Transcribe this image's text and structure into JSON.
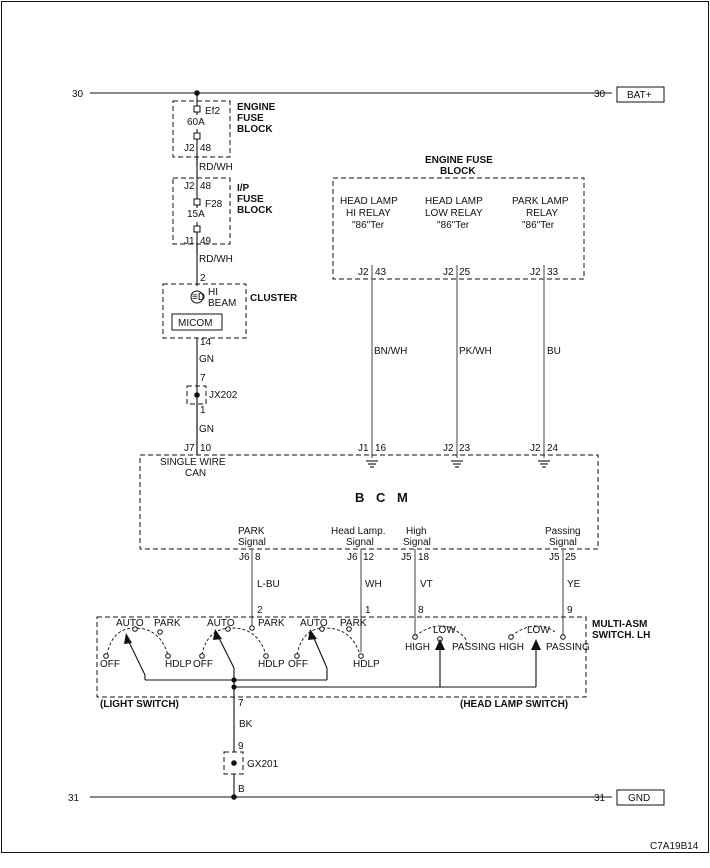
{
  "rails": {
    "top_left_num": "30",
    "top_right_num": "30",
    "top_right_label": "BAT+",
    "bottom_left_num": "31",
    "bottom_right_num": "31",
    "bottom_right_label": "GND"
  },
  "engine_fuse_block": {
    "title_l1": "ENGINE",
    "title_l2": "FUSE",
    "title_l3": "BLOCK",
    "fuse_id": "Ef2",
    "amp": "60A",
    "conn": "J2",
    "pin": "48"
  },
  "wire_rdwh_1": "RD/WH",
  "ip_fuse_block": {
    "title_l1": "I/P",
    "title_l2": "FUSE",
    "title_l3": "BLOCK",
    "top_conn": "J2",
    "top_pin": "48",
    "fuse_id": "F28",
    "amp": "15A",
    "bot_conn": "J1",
    "bot_pin": "49"
  },
  "wire_rdwh_2": "RD/WH",
  "cluster": {
    "title": "CLUSTER",
    "pin_top": "2",
    "indicator_l1": "HI",
    "indicator_l2": "BEAM",
    "micom": "MICOM",
    "pin_bottom": "14"
  },
  "wire_gn_1": "GN",
  "jx202": {
    "pin_top": "7",
    "label": "JX202",
    "pin_bottom": "1"
  },
  "wire_gn_2": "GN",
  "relay_block": {
    "title_l1": "ENGINE FUSE",
    "title_l2": "BLOCK",
    "relays": [
      {
        "l1": "HEAD LAMP",
        "l2": "HI RELAY",
        "l3": "\"86\"Ter",
        "conn": "J2",
        "pin": "43",
        "wire": "BN/WH",
        "bcm_conn": "J1",
        "bcm_pin": "16"
      },
      {
        "l1": "HEAD LAMP",
        "l2": "LOW RELAY",
        "l3": "\"86\"Ter",
        "conn": "J2",
        "pin": "25",
        "wire": "PK/WH",
        "bcm_conn": "J2",
        "bcm_pin": "23"
      },
      {
        "l1": "PARK LAMP",
        "l2": "RELAY",
        "l3": "\"86\"Ter",
        "conn": "J2",
        "pin": "33",
        "wire": "BU",
        "bcm_conn": "J2",
        "bcm_pin": "24"
      }
    ]
  },
  "bcm": {
    "title": "B C M",
    "can_conn": "J7",
    "can_pin": "10",
    "can_l1": "SINGLE WIRE",
    "can_l2": "CAN",
    "signals": [
      {
        "l1": "PARK",
        "l2": "Signal",
        "conn": "J6",
        "pin": "8",
        "wire": "L-BU",
        "sw_pin": "2"
      },
      {
        "l1": "Head Lamp.",
        "l2": "Signal",
        "conn": "J6",
        "pin": "12",
        "wire": "WH",
        "sw_pin": "1"
      },
      {
        "l1": "High",
        "l2": "Signal",
        "conn": "J5",
        "pin": "18",
        "wire": "VT",
        "sw_pin": "8"
      },
      {
        "l1": "Passing",
        "l2": "Signal",
        "conn": "J5",
        "pin": "25",
        "wire": "YE",
        "sw_pin": "9"
      }
    ]
  },
  "switch": {
    "title_l1": "MULTI-ASM",
    "title_l2": "SWITCH. LH",
    "light_switch_label": "(LIGHT SWITCH)",
    "head_lamp_switch_label": "(HEAD LAMP SWITCH)",
    "auto": "AUTO",
    "park": "PARK",
    "off": "OFF",
    "hdlp": "HDLP",
    "low": "LOW",
    "high": "HIGH",
    "passing": "PASSING",
    "ground_pin": "7"
  },
  "wire_bk": "BK",
  "gx201": {
    "pin_top": "9",
    "label": "GX201",
    "pin_bottom": "B"
  },
  "figure_code": "C7A19B14"
}
